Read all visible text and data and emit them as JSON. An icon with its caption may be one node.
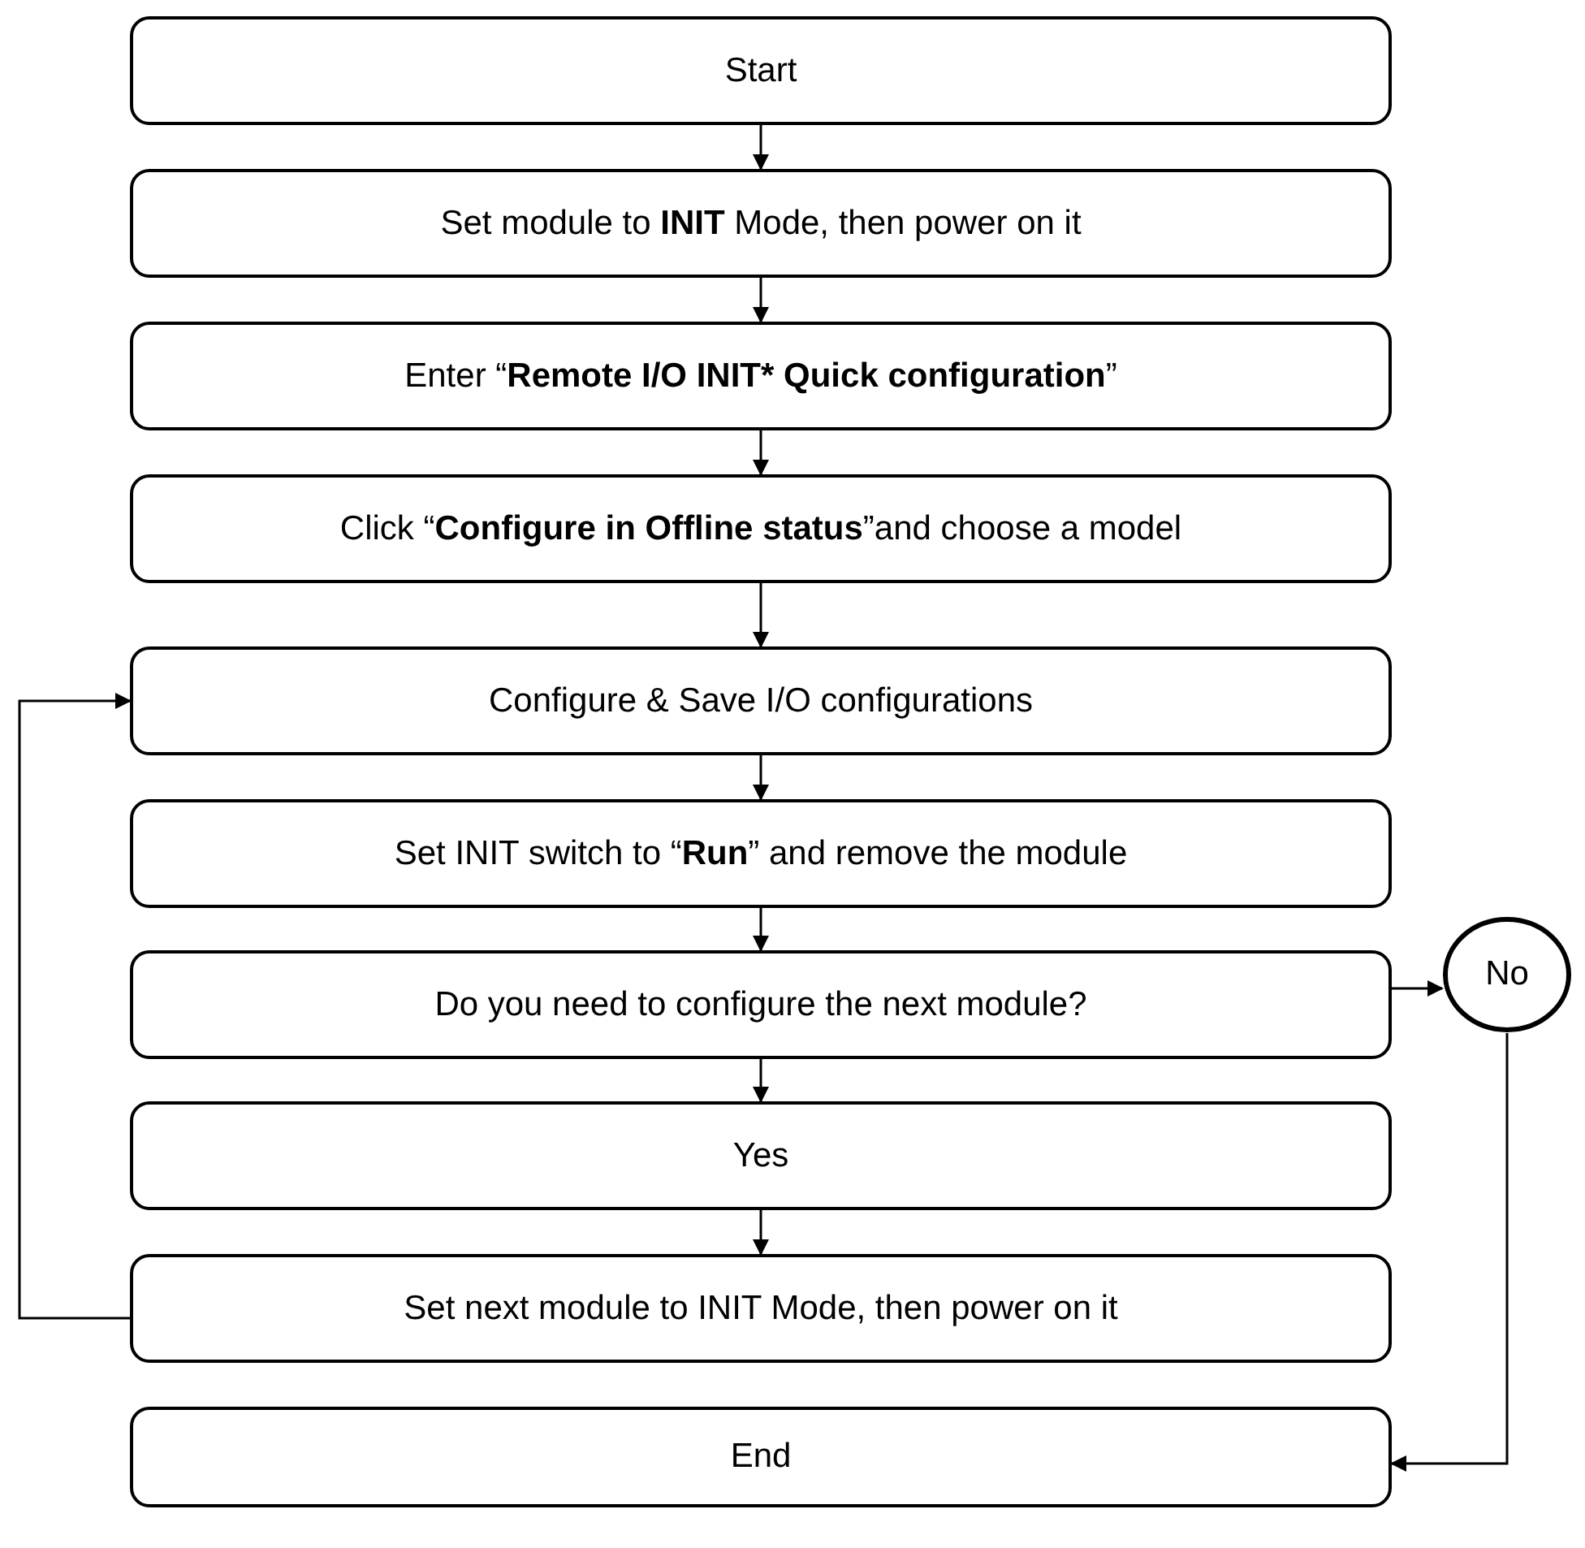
{
  "diagram": {
    "nodes": [
      {
        "text": [
          "Start"
        ]
      },
      {
        "text": [
          "Set module to **INIT** Mode, then power on it"
        ]
      },
      {
        "text": [
          "Enter “**Remote I/O INIT* Quick configuration**”"
        ]
      },
      {
        "text": [
          "Click “**Configure in Offline status**”and choose a model"
        ]
      },
      {
        "text": [
          "Configure & Save I/O configurations"
        ]
      },
      {
        "text": [
          "Set INIT switch to “**Run**” and remove the module"
        ]
      },
      {
        "text": [
          "Do you need to configure the next module?"
        ]
      },
      {
        "text": [
          "Yes"
        ]
      },
      {
        "text": [
          "Set next module to INIT Mode, then power on it"
        ]
      },
      {
        "text": [
          "No"
        ]
      },
      {
        "text": [
          "End"
        ]
      }
    ],
    "edges": [
      {
        "from": 0,
        "to": 1,
        "arrow": "to"
      },
      {
        "from": 1,
        "to": 2,
        "arrow": "to"
      },
      {
        "from": 2,
        "to": 3,
        "arrow": "to"
      },
      {
        "from": 3,
        "to": 4,
        "arrow": "to"
      },
      {
        "from": 4,
        "to": 5,
        "arrow": "to"
      },
      {
        "from": 5,
        "to": 6,
        "arrow": "to"
      },
      {
        "from": 6,
        "to": 7,
        "arrow": "to"
      },
      {
        "from": 7,
        "to": 8,
        "arrow": "to"
      },
      {
        "from": 8,
        "to": 4,
        "arrow": "to"
      },
      {
        "from": 6,
        "to": 9,
        "arrow": "to"
      },
      {
        "from": 9,
        "to": 10,
        "arrow": "to"
      }
    ]
  }
}
